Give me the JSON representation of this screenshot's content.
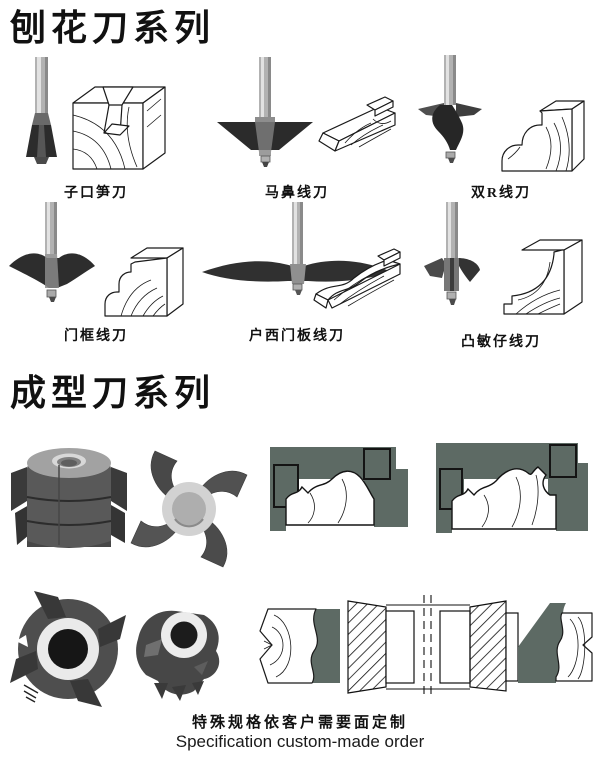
{
  "page_title": "router-bit-catalog-page",
  "colors": {
    "page_bg": "#ffffff",
    "ink": "#111111",
    "diagram_gray_green": "#5d6a64",
    "metal_gray": "#b2b2b2",
    "cutter_dark": "#2c2c2c"
  },
  "sections": {
    "planing": {
      "heading": "刨花刀系列",
      "items": [
        {
          "label": "子口笋刀",
          "icon": "dovetail-bit-with-notched-block"
        },
        {
          "label": "马鼻线刀",
          "icon": "bullnose-bit-with-bevel-board"
        },
        {
          "label": "双R线刀",
          "icon": "double-r-bit-with-stepped-round-block"
        },
        {
          "label": "门框线刀",
          "icon": "door-frame-bit-with-ogee-block"
        },
        {
          "label": "户西门板线刀",
          "icon": "panel-raising-bit-with-wave-board"
        },
        {
          "label": "凸敏仔线刀",
          "icon": "cove-bit-with-cove-block"
        }
      ]
    },
    "forming": {
      "heading": "成型刀系列",
      "figures": [
        {
          "icon": "cutter-head-cylindrical-and-pinwheel-photo"
        },
        {
          "icon": "profile-template-diagram-left"
        },
        {
          "icon": "profile-template-diagram-right"
        },
        {
          "icon": "cutter-head-disc-pair-photo"
        },
        {
          "icon": "spindle-assembly-cross-section-drawing"
        }
      ]
    }
  },
  "footer": {
    "line_cn": "特殊规格依客户需要面定制",
    "line_en": "Specification custom-made order"
  }
}
